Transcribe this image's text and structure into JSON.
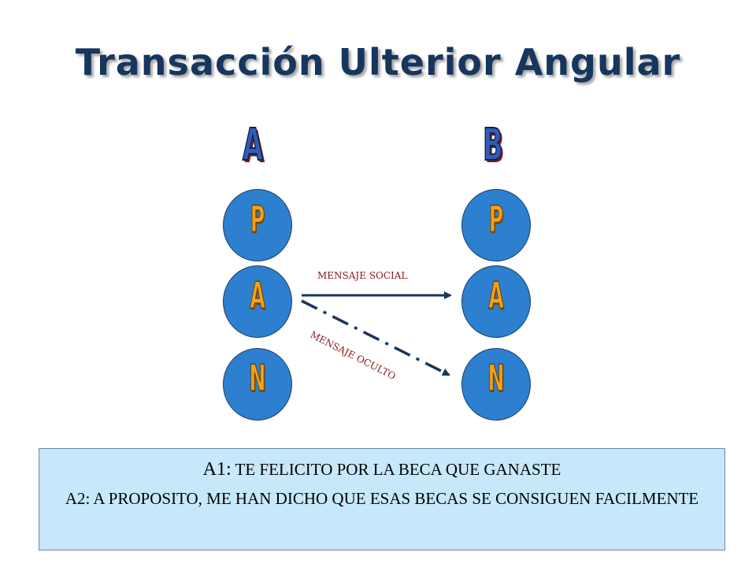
{
  "title": "Transacción Ulterior Angular",
  "persons": [
    {
      "label": "A",
      "states": [
        "P",
        "A",
        "N"
      ]
    },
    {
      "label": "B",
      "states": [
        "P",
        "A",
        "N"
      ]
    }
  ],
  "messages": {
    "social": "MENSAJE SOCIAL",
    "hidden": "MENSAJE OCULTO"
  },
  "dialogue": {
    "a1_label": "A1:",
    "a1_text": "TE FELICITO POR LA BECA QUE GANASTE",
    "a2_text": "A2: A PROPOSITO, ME HAN DICHO QUE ESAS BECAS SE CONSIGUEN FACILMENTE"
  },
  "colors": {
    "title": "#17365d",
    "circle_fill": "#2d7fd0",
    "arrow": "#17365d",
    "message_text": "#8b1a1a",
    "box_fill": "#c6e8fa"
  }
}
